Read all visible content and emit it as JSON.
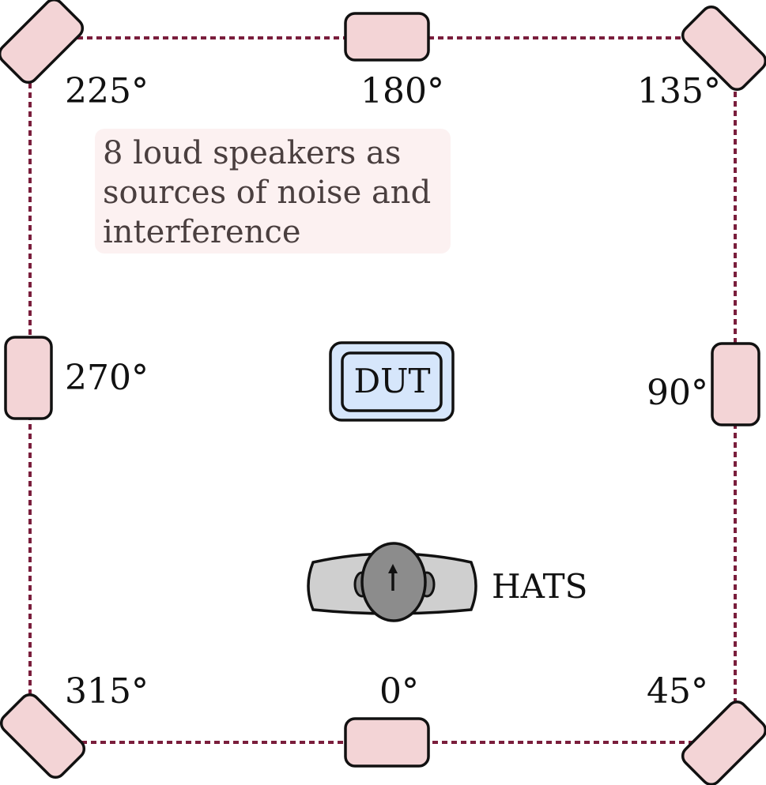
{
  "diagram": {
    "note_lines": [
      "8 loud speakers as",
      "sources of noise and",
      "interference"
    ],
    "dut_label": "DUT",
    "hats_label": "HATS",
    "angles": {
      "a0": "0°",
      "a45": "45°",
      "a90": "90°",
      "a135": "135°",
      "a180": "180°",
      "a225": "225°",
      "a270": "270°",
      "a315": "315°"
    },
    "colors": {
      "speaker_fill": "#f3d4d6",
      "room_border": "#7a1e3c",
      "dut_fill": "#d6e6fb",
      "note_bg": "#fcf1f1",
      "hats_shoulder": "#cfcfcf",
      "hats_head": "#8c8c8c"
    }
  }
}
